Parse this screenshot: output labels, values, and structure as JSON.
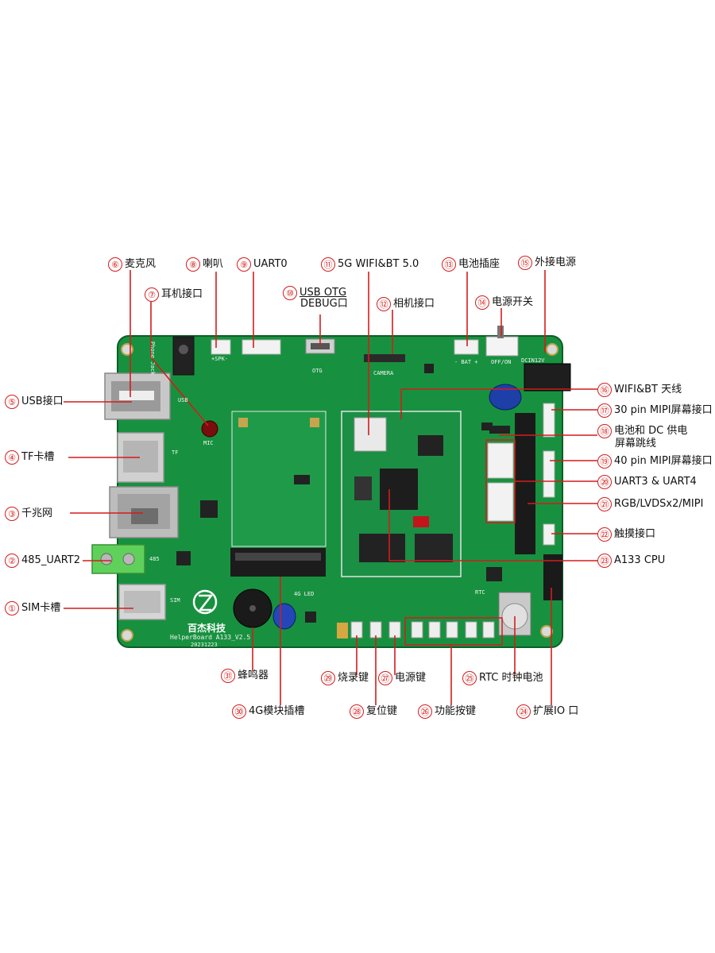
{
  "colors": {
    "pcb": "#17913f",
    "pcb_dark": "#0f7030",
    "leader": "#d41c1c",
    "callout_num": "#d41c1c",
    "text": "#111111",
    "terminal_block": "#5fd15a"
  },
  "board_silk": {
    "brand": "百杰科技",
    "model": "HelperBoard A133_V2.5",
    "date": "20231223",
    "phone_jack": "Phone Jack",
    "spk": "+SPK-",
    "otg": "OTG",
    "camera": "CAMERA",
    "bat": "- BAT +",
    "off_on": "OFF/ON",
    "dcin": "DCIN12V",
    "mic": "MIC",
    "rtc": "RTC",
    "usb": "USB",
    "tf": "TF",
    "sim": "SIM",
    "lte": "4G LED",
    "rs485": "485"
  },
  "callouts": [
    {
      "num": "①",
      "text": "SIM卡槽"
    },
    {
      "num": "②",
      "text": "485_UART2"
    },
    {
      "num": "③",
      "text": "千兆网"
    },
    {
      "num": "④",
      "text": "TF卡槽"
    },
    {
      "num": "⑤",
      "text": "USB接口"
    },
    {
      "num": "⑥",
      "text": "麦克风"
    },
    {
      "num": "⑦",
      "text": "耳机接口"
    },
    {
      "num": "⑧",
      "text": "喇叭"
    },
    {
      "num": "⑨",
      "text": "UART0"
    },
    {
      "num": "⑩",
      "text": "USB OTG",
      "text2": "DEBUG口"
    },
    {
      "num": "⑪",
      "text": "5G WIFI&BT 5.0"
    },
    {
      "num": "⑫",
      "text": "相机接口"
    },
    {
      "num": "⑬",
      "text": "电池插座"
    },
    {
      "num": "⑭",
      "text": "电源开关"
    },
    {
      "num": "⑮",
      "text": "外接电源"
    },
    {
      "num": "⑯",
      "text": "WIFI&BT 天线"
    },
    {
      "num": "⑰",
      "text": "30 pin MIPI屏幕接口"
    },
    {
      "num": "⑱",
      "text": "电池和 DC 供电",
      "text2": "屏幕跳线"
    },
    {
      "num": "⑲",
      "text": "40 pin MIPI屏幕接口"
    },
    {
      "num": "⑳",
      "text": "UART3 & UART4"
    },
    {
      "num": "㉑",
      "text": "RGB/LVDSx2/MIPI"
    },
    {
      "num": "㉒",
      "text": "触摸接口"
    },
    {
      "num": "㉓",
      "text": "A133 CPU"
    },
    {
      "num": "㉔",
      "text": "扩展IO 口"
    },
    {
      "num": "㉕",
      "text": "RTC 时钟电池"
    },
    {
      "num": "㉖",
      "text": "功能按键"
    },
    {
      "num": "㉗",
      "text": "电源键"
    },
    {
      "num": "㉘",
      "text": "复位键"
    },
    {
      "num": "㉙",
      "text": "烧录键"
    },
    {
      "num": "㉚",
      "text": "4G模块插槽"
    },
    {
      "num": "㉛",
      "text": "蜂鸣器"
    }
  ]
}
